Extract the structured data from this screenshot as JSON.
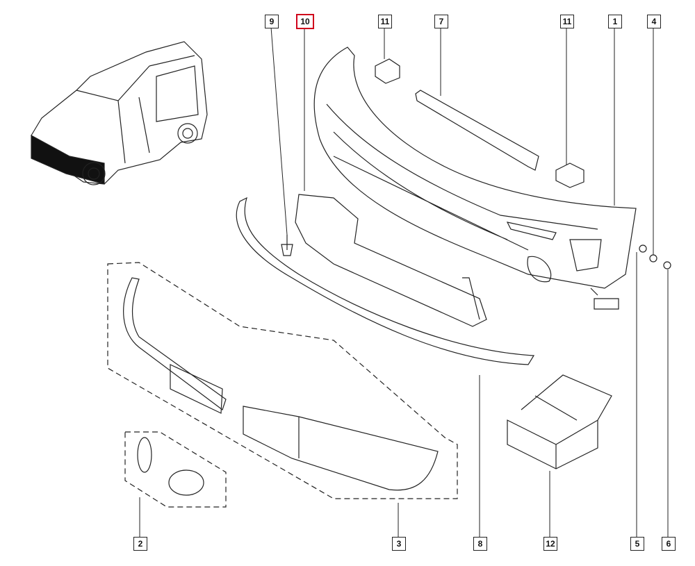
{
  "diagram": {
    "selected_callout": "10",
    "highlight_color": "#d0021b",
    "callouts": [
      {
        "id": "9",
        "label": "9"
      },
      {
        "id": "10",
        "label": "10"
      },
      {
        "id": "11a",
        "label": "11"
      },
      {
        "id": "7",
        "label": "7"
      },
      {
        "id": "11b",
        "label": "11"
      },
      {
        "id": "1",
        "label": "1"
      },
      {
        "id": "4",
        "label": "4"
      },
      {
        "id": "2",
        "label": "2"
      },
      {
        "id": "3",
        "label": "3"
      },
      {
        "id": "8",
        "label": "8"
      },
      {
        "id": "12",
        "label": "12"
      },
      {
        "id": "5",
        "label": "5"
      },
      {
        "id": "6",
        "label": "6"
      }
    ]
  }
}
